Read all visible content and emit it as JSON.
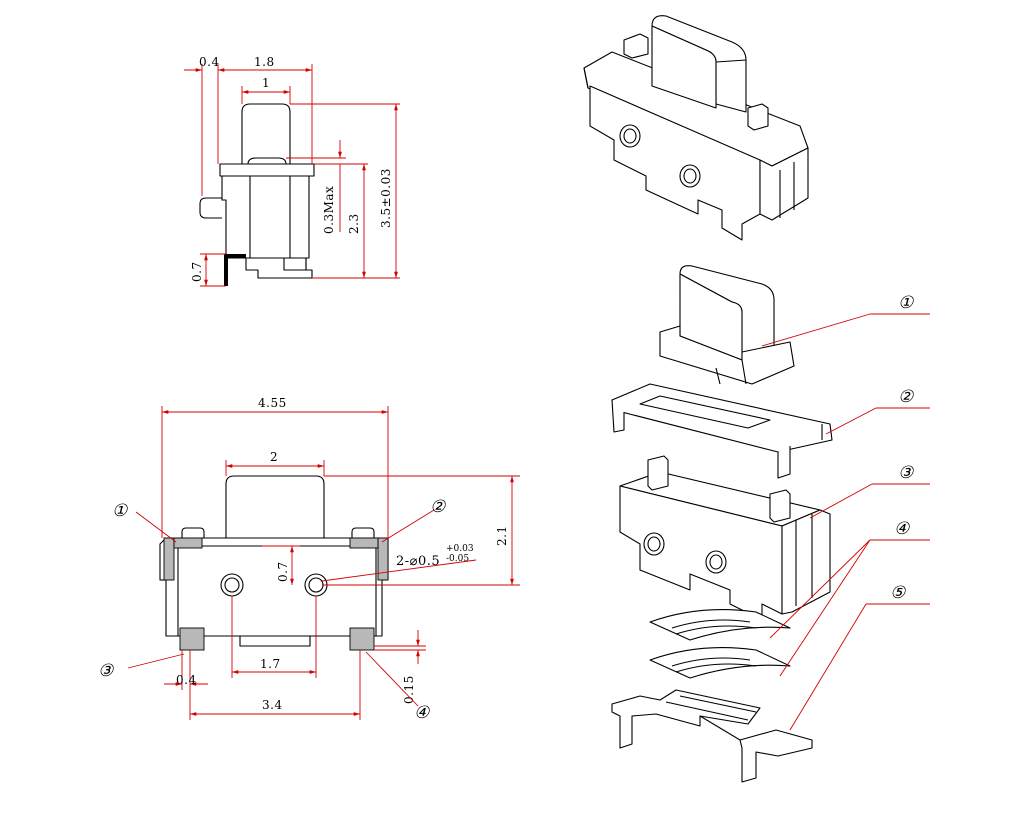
{
  "side_view": {
    "dims": {
      "a": "0.4",
      "b": "1.8",
      "c": "1",
      "d": "0.3Max",
      "e": "2.3",
      "f": "3.5±0.03",
      "g": "0.7"
    }
  },
  "front_view": {
    "dims": {
      "width": "4.55",
      "stem": "2",
      "height": "2.1",
      "hole_offset": "0.7",
      "hole_pitch": "1.7",
      "pad": "0.4",
      "pad_pitch": "3.4",
      "standoff": "0.15"
    },
    "hole_note": {
      "main": "2-⌀0.5",
      "upper_tol": "+0.03",
      "lower_tol": "-0.05"
    },
    "callouts": [
      "①",
      "②",
      "③",
      "④"
    ]
  },
  "exploded_view": {
    "callouts": [
      "①",
      "②",
      "③",
      "④",
      "⑤"
    ]
  },
  "colors": {
    "dimension": "#d40000",
    "outline": "#000000",
    "pad_fill": "#b8b8b8"
  }
}
